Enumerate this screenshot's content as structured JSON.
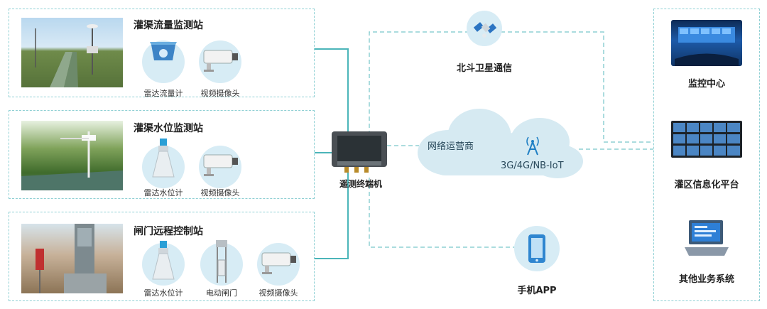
{
  "stations": [
    {
      "title": "灌渠流量监测站",
      "devices": [
        "雷达流量计",
        "视频摄像头"
      ]
    },
    {
      "title": "灌渠水位监测站",
      "devices": [
        "雷达水位计",
        "视频摄像头"
      ]
    },
    {
      "title": "闸门远程控制站",
      "devices": [
        "雷达水位计",
        "电动闸门",
        "视频摄像头"
      ]
    }
  ],
  "terminal": {
    "label": "遥测终端机"
  },
  "satellite": {
    "label": "北斗卫星通信",
    "icon": "satellite-icon"
  },
  "network": {
    "label": "网络运营商",
    "tower_label": "3G/4G/NB-IoT",
    "icon": "signal-tower-icon"
  },
  "mobile": {
    "label": "手机APP",
    "icon": "phone-icon"
  },
  "right_nodes": [
    {
      "label": "监控中心",
      "icon": "control-room-icon"
    },
    {
      "label": "灌区信息化平台",
      "icon": "video-wall-icon"
    },
    {
      "label": "其他业务系统",
      "icon": "laptop-icon"
    }
  ],
  "colors": {
    "line": "#4bb5b9",
    "dash": "#8fd0d4",
    "cloud": "#d6eaf2",
    "circle": "#d7ecf5",
    "accent": "#1f7fc4"
  }
}
